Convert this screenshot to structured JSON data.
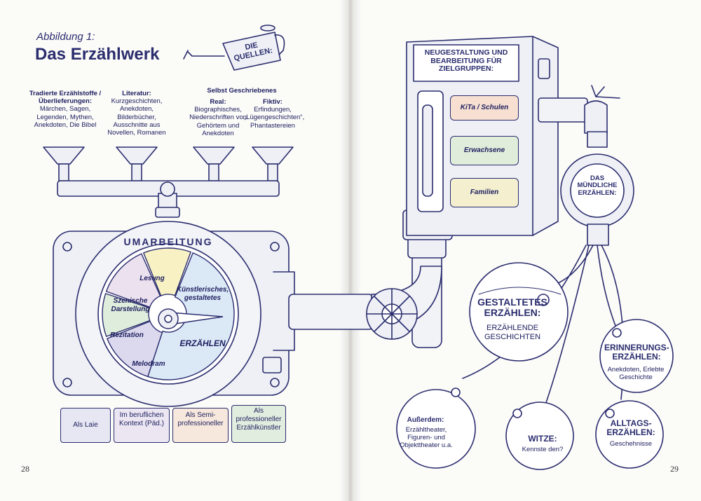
{
  "left_page": {
    "figure_label": "Abbildung 1:",
    "title": "Das Erzählwerk",
    "page_number": "28"
  },
  "right_page": {
    "page_number": "29"
  },
  "sources": {
    "heading_line1": "DIE",
    "heading_line2": "QUELLEN:",
    "columns": [
      {
        "title": "Tradierte Erzählstoffe / Überlieferungen:",
        "text": "Märchen, Sagen, Legenden, Mythen, Anekdoten, Die Bibel"
      },
      {
        "title": "Literatur:",
        "text": "Kurzgeschichten, Anekdoten, Bilderbücher, Ausschnitte aus Novellen, Romanen"
      },
      {
        "title": "Real:",
        "text": "Biographisches, Niederschriften von Gehörtem und Anekdoten"
      },
      {
        "title": "Fiktiv:",
        "text": "Erfindungen, „Lügengeschichten“, Phantastereien"
      }
    ],
    "group_title": "Selbst Geschriebenes"
  },
  "umarbeitung": {
    "label": "UMARBEITUNG",
    "segments": [
      {
        "label": "Lesung",
        "color": "#f7f1c4"
      },
      {
        "label": "Szenische Darstellung",
        "color": "#ece1ef"
      },
      {
        "label": "Rezitation",
        "color": "#dfeddc"
      },
      {
        "label": "Melodram",
        "color": "#dcd9ee"
      },
      {
        "label": "Künstlerisches, gestaltetes",
        "color": "#dbe9f7"
      }
    ],
    "big_segment_word": "ERZÄHLEN"
  },
  "bottom_boxes": [
    {
      "label": "Als Laie",
      "color": "#e6e7f2"
    },
    {
      "label": "Im beruflichen Kontext (Päd.)",
      "color": "#ebe6f2"
    },
    {
      "label": "Als Semi-professioneller",
      "color": "#f6e8dc"
    },
    {
      "label": "Als professioneller Erzählkünstler",
      "color": "#e1eedf"
    }
  ],
  "target_groups": {
    "heading": "NEUGESTALTUNG UND BEARBEITUNG FÜR ZIELGRUPPEN:",
    "items": [
      {
        "label": "KiTa / Schulen",
        "color": "#f7e0d2"
      },
      {
        "label": "Erwachsene",
        "color": "#e0edda"
      },
      {
        "label": "Familien",
        "color": "#f3efcf"
      }
    ]
  },
  "gauge": {
    "line1": "DAS",
    "line2": "MÜNDLICHE",
    "line3": "ERZÄHLEN:"
  },
  "outputs": [
    {
      "heading": "GESTALTETES ERZÄHLEN:",
      "text": "ERZÄHLENDE GESCHICHTEN"
    },
    {
      "heading": "ERINNERUNGS-ERZÄHLEN:",
      "text": "Anekdoten, Erlebte Geschichte"
    },
    {
      "heading": "Außerdem:",
      "text": "Erzähltheater, Figuren- und Objekttheater u.a."
    },
    {
      "heading": "WITZE:",
      "text": "Kennste den?"
    },
    {
      "heading": "ALLTAGS-ERZÄHLEN:",
      "text": "Geschehnisse"
    }
  ],
  "colors": {
    "ink": "#2b2d6e",
    "machine": "#eef0f6",
    "pipe": "#f2f3f7"
  }
}
